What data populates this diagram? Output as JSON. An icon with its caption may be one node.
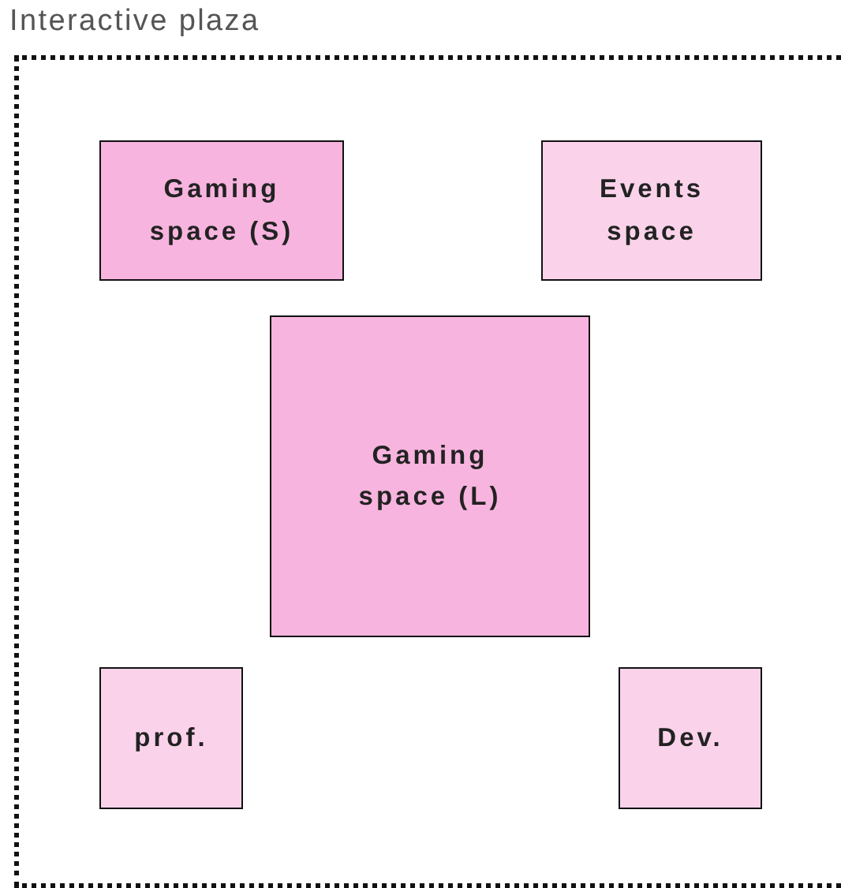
{
  "diagram": {
    "nodes": [
      {
        "text": [
          "Interactive plaza"
        ]
      },
      {
        "text": [
          "Gaming space (S)"
        ],
        "in": 0
      },
      {
        "text": [
          "Events space"
        ],
        "in": 0
      },
      {
        "text": [
          "Gaming space (L)"
        ],
        "in": 0
      },
      {
        "text": [
          "prof."
        ],
        "in": 0
      },
      {
        "text": [
          "Dev."
        ],
        "in": 0
      }
    ]
  }
}
